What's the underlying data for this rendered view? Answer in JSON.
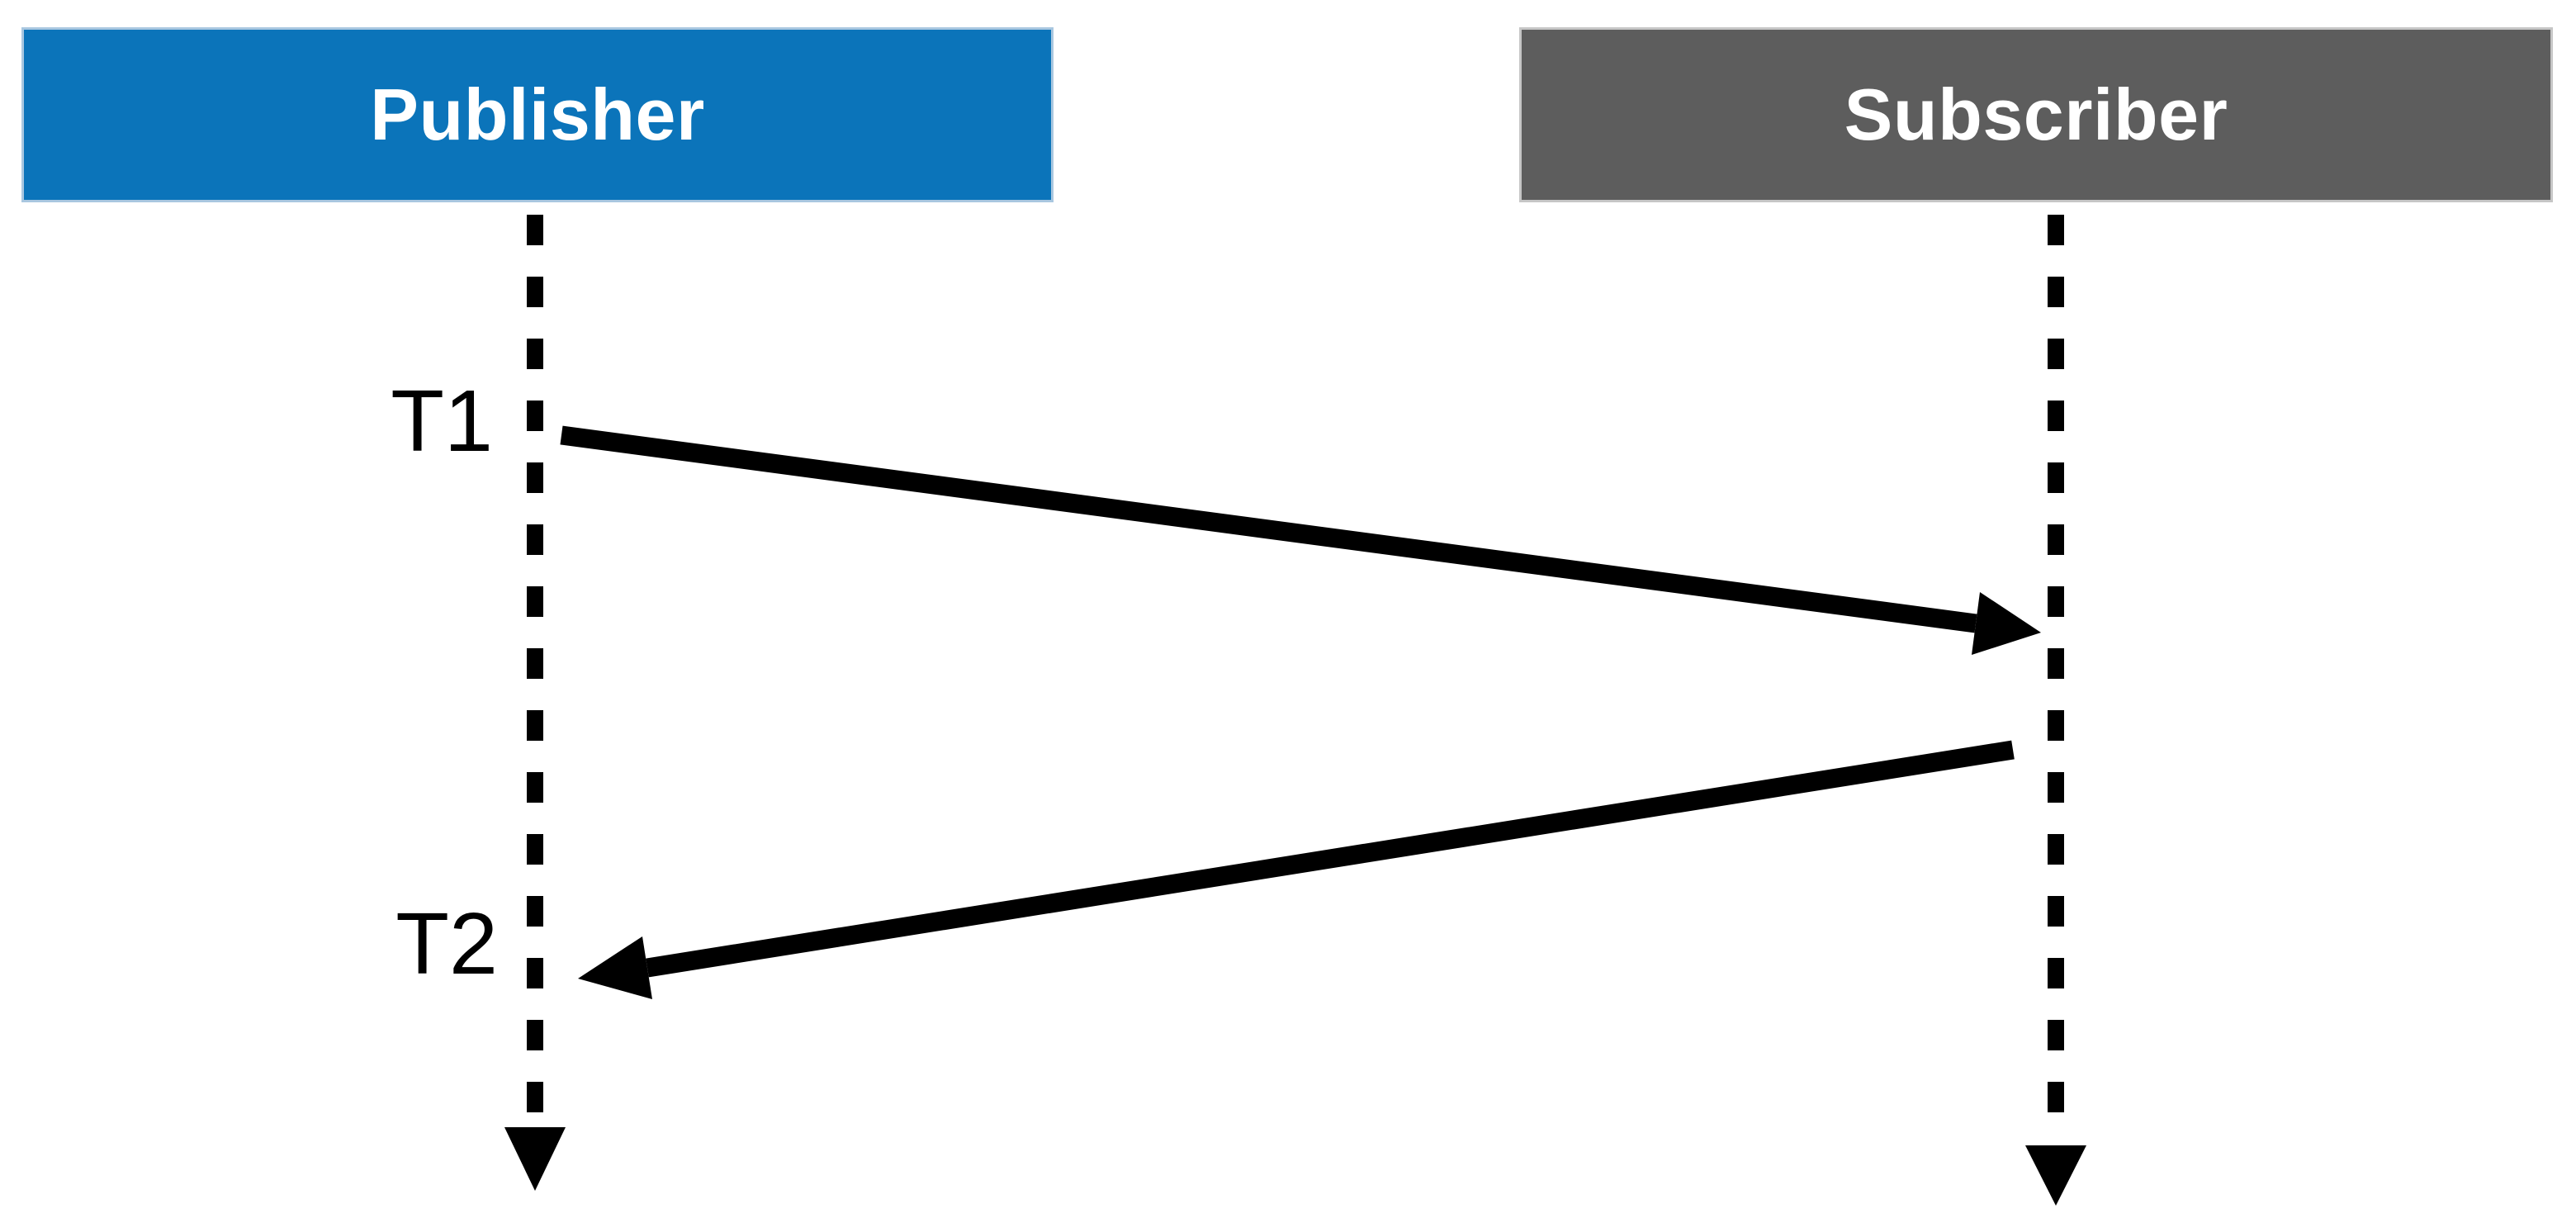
{
  "diagram_type": "sequence-diagram",
  "actors": [
    {
      "id": "publisher",
      "label": "Publisher"
    },
    {
      "id": "subscriber",
      "label": "Subscriber"
    }
  ],
  "time_labels": [
    {
      "label": "T1"
    },
    {
      "label": "T2"
    }
  ],
  "messages": [
    {
      "at": "T1",
      "from": "Publisher",
      "to": "Subscriber"
    },
    {
      "at": "T2",
      "from": "Subscriber",
      "to": "Publisher"
    }
  ],
  "colors": {
    "publisher_box": "#0B74BA",
    "publisher_box_border": "#A9C7E0",
    "subscriber_box": "#5D5D5D",
    "subscriber_box_border": "#C6C6C6",
    "actor_text": "#FFFFFF",
    "line": "#000000",
    "background": "#FFFFFF"
  }
}
